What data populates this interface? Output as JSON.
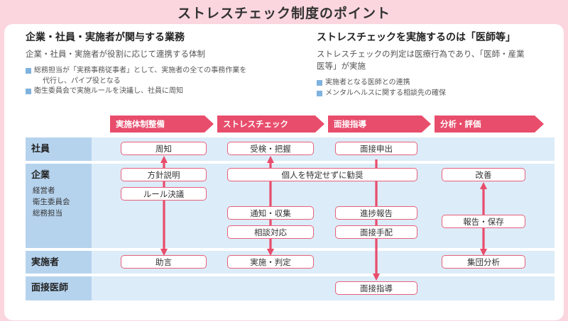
{
  "title": "ストレスチェック制度のポイント",
  "left_section": {
    "heading": "企業・社員・実施者が関与する業務",
    "subheading": "企業・社員・実施者が役割に応じて連携する体制",
    "bullets": [
      {
        "line1": "総務担当が「実務事務従事者」として、実施者の全ての事務作業を",
        "line2": "代行し、パイプ役となる"
      },
      {
        "line1": "衛生委員会で実施ルールを決議し、社員に周知",
        "line2": ""
      }
    ]
  },
  "right_section": {
    "heading": "ストレスチェックを実施するのは「医師等」",
    "subheading_line1": "ストレスチェックの判定は医療行為であり、「医師・産業",
    "subheading_line2": "医等」が実施",
    "bullets": [
      "実施者となる医師との連携",
      "メンタルヘルスに関する相談先の確保"
    ]
  },
  "phases": [
    "実施体制整備",
    "ストレスチェック",
    "面接指導",
    "分析・評価"
  ],
  "lanes": {
    "employee": "社員",
    "company": "企業",
    "company_sub": [
      "経営者",
      "衛生委員会",
      "総務担当"
    ],
    "practitioner": "実施者",
    "doctor": "面接医師"
  },
  "boxes": {
    "notice": "周知",
    "consent": "受検・把握",
    "interview_request": "面接申出",
    "policy_explanation": "方針説明",
    "rule_resolution": "ルール決議",
    "anonymous_recommend": "個人を特定せずに勧奨",
    "improvement": "改善",
    "notify_collect": "通知・収集",
    "progress_report": "進捗報告",
    "consultation": "相談対応",
    "interview_arrange": "面接手配",
    "report_store": "報告・保存",
    "advice": "助言",
    "implement_judge": "実施・判定",
    "group_analysis": "集団分析",
    "interview_guidance": "面接指導"
  },
  "colors": {
    "accent": "#e84d6c",
    "lane": "#dcecf8",
    "lane_label": "#b6d3ee",
    "background": "#fbd6df",
    "bullet": "#7fb3de"
  }
}
